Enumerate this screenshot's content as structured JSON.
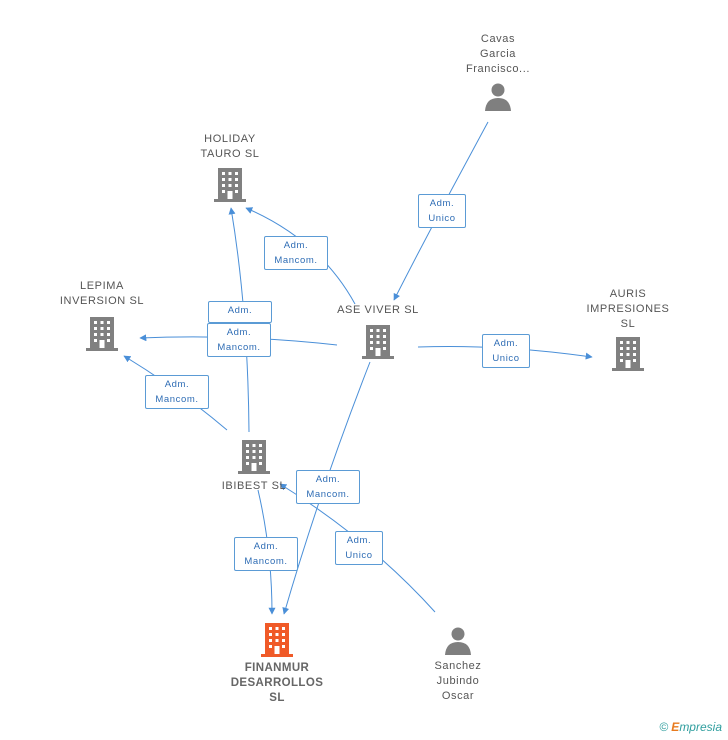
{
  "colors": {
    "building": "#808080",
    "target": "#f05a28",
    "person": "#7f7f7f",
    "edge": "#4a8fd8"
  },
  "nodes": {
    "cavas": {
      "label": "Cavas\nGarcia\nFrancisco...",
      "icon": "person-icon"
    },
    "holiday": {
      "label": "HOLIDAY\nTAURO SL",
      "icon": "building-icon"
    },
    "lepima": {
      "label": "LEPIMA\nINVERSION SL",
      "icon": "building-icon"
    },
    "ase": {
      "label": "ASE VIVER SL",
      "icon": "building-icon"
    },
    "auris": {
      "label": "AURIS\nIMPRESIONES\nSL",
      "icon": "building-icon"
    },
    "ibibest": {
      "label": "IBIBEST SL",
      "icon": "building-icon"
    },
    "finanmur": {
      "label": "FINANMUR\nDESARROLLOS\nSL",
      "icon": "building-icon"
    },
    "sanchez": {
      "label": "Sanchez\nJubindo\nOscar",
      "icon": "person-icon"
    }
  },
  "relations": {
    "cavas_ase": "Adm.\nUnico",
    "ase_holiday": "Adm.\nMancom.",
    "ibibest_holiday": "Adm.",
    "ase_lepima": "Adm.\nMancom.",
    "ibibest_lepima": "Adm.\nMancom.",
    "ase_auris": "Adm.\nUnico",
    "ase_finanmur": "Adm.\nMancom.",
    "sanchez_ibibest": "Adm.\nUnico",
    "ibibest_finanmur": "Adm.\nMancom."
  },
  "credit": {
    "copyright": "©",
    "brand_e": "E",
    "brand_rest": "mpresia"
  }
}
